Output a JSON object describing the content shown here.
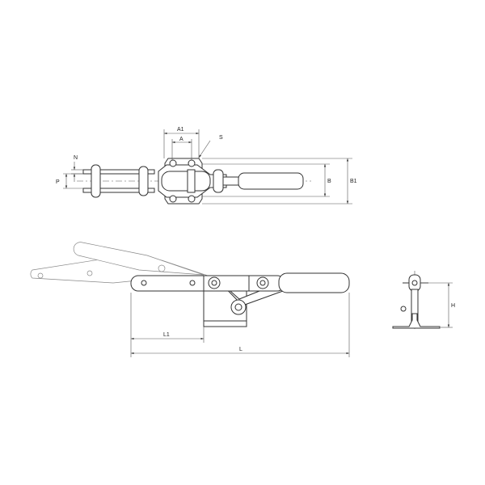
{
  "drawing": {
    "top_view": {
      "dim_A1": "A1",
      "dim_A": "A",
      "dim_S": "S",
      "dim_N": "N",
      "dim_P": "P",
      "dim_B": "B",
      "dim_B1": "B1"
    },
    "side_view": {
      "dim_L1": "L1",
      "dim_L": "L"
    },
    "end_view": {
      "dim_H": "H"
    },
    "line_color": "#333333"
  }
}
